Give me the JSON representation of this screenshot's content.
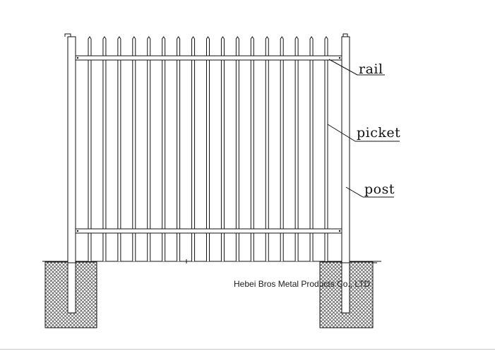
{
  "labels": {
    "rail": "rail",
    "picket": "picket",
    "post": "post"
  },
  "watermark": "Hebei Bros Metal Products Co., LTD",
  "colors": {
    "line": "#111111",
    "hatch": "#555555",
    "background": "#ffffff"
  },
  "fence": {
    "picket_count": 17,
    "rail_count": 2,
    "post_count": 2,
    "footing_count": 2
  }
}
